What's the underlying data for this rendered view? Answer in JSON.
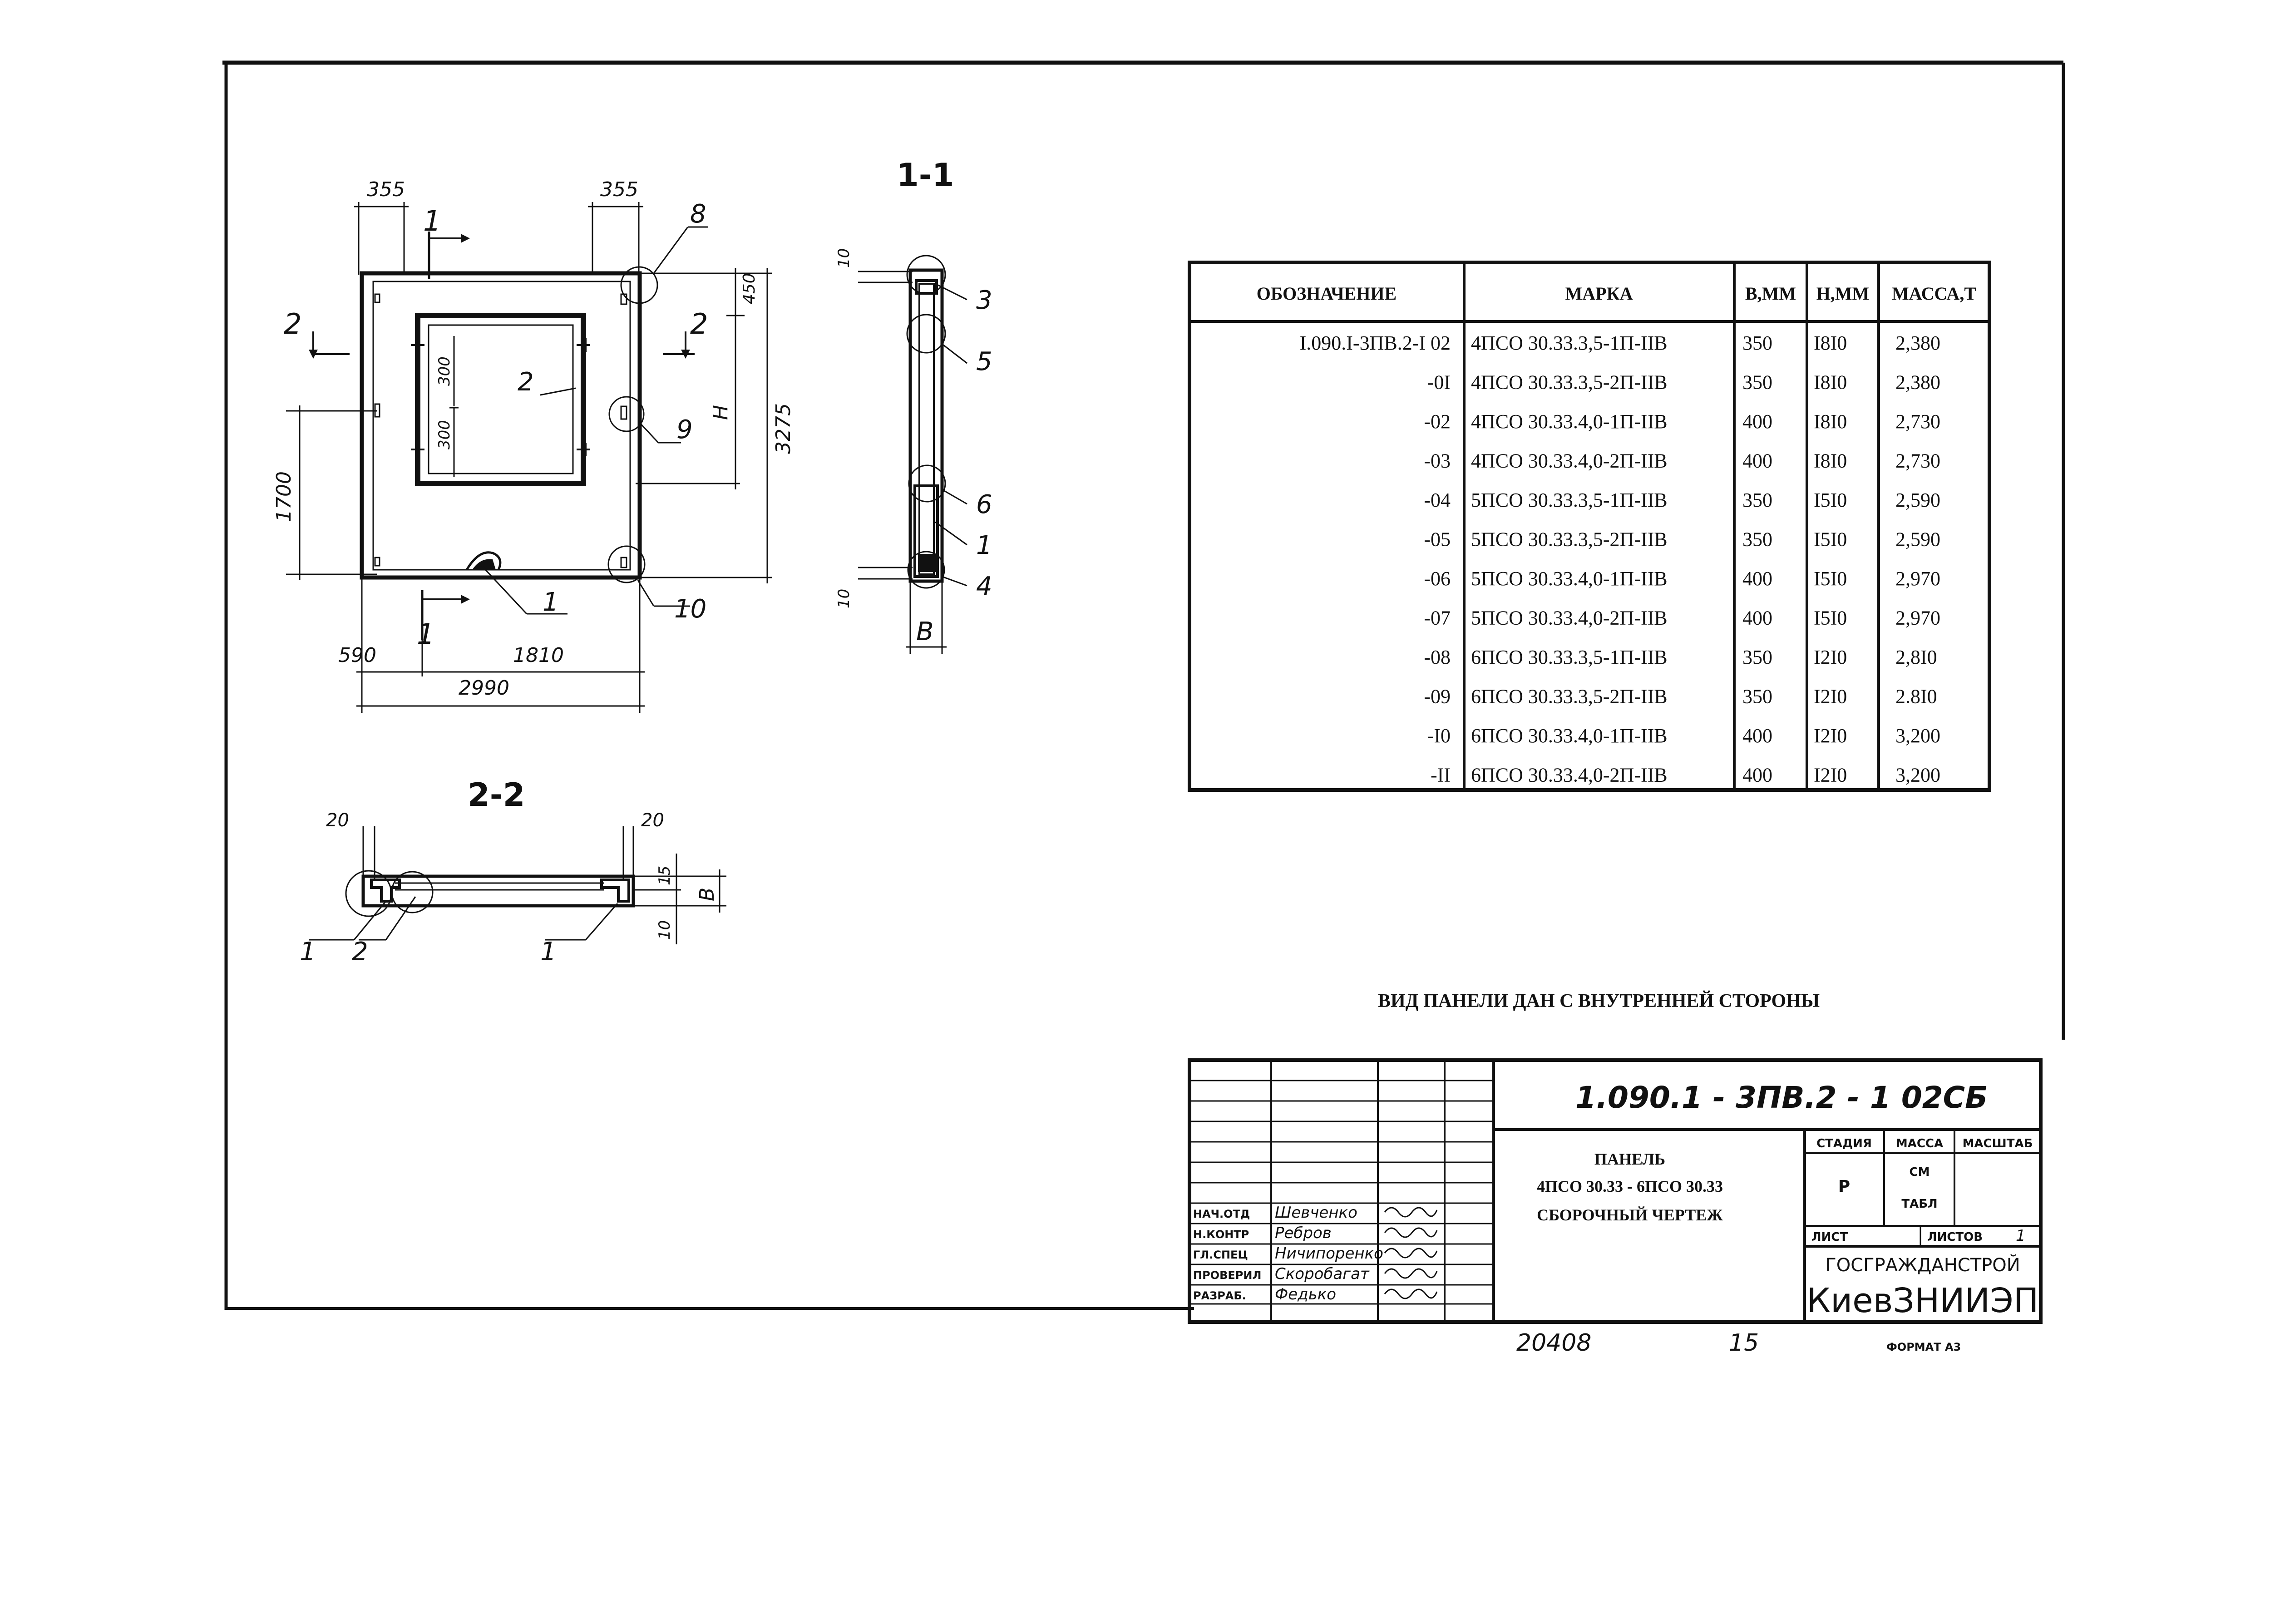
{
  "drawing": {
    "section_1_1": "1-1",
    "section_2_2": "2-2",
    "plan": {
      "dim_355_left": "355",
      "dim_355_right": "355",
      "dim_450": "450",
      "dim_3275": "3275",
      "dim_H": "H",
      "dim_300_top": "300",
      "dim_300_bottom": "300",
      "dim_1700": "1700",
      "dim_590": "590",
      "dim_1810": "1810",
      "dim_2990": "2990",
      "cut_1_top": "1",
      "cut_1_bottom": "1",
      "cut_2_left": "2",
      "cut_2_right": "2",
      "callout_8": "8",
      "callout_9": "9",
      "callout_10": "10",
      "callout_2": "2",
      "callout_1": "1"
    },
    "sec11": {
      "dim_10_top": "10",
      "dim_10_bottom": "10",
      "dim_B": "B",
      "callout_3": "3",
      "callout_5": "5",
      "callout_6": "6",
      "callout_1": "1",
      "callout_4": "4"
    },
    "sec22": {
      "dim_20_left": "20",
      "dim_20_right": "20",
      "dim_15": "15",
      "dim_10": "10",
      "dim_B": "B",
      "callout_1a": "1",
      "callout_2": "2",
      "callout_1b": "1"
    }
  },
  "table": {
    "headers": [
      "ОБОЗНАЧЕНИЕ",
      "МАРКА",
      "В,ММ",
      "Н,ММ",
      "МАССА,Т"
    ],
    "rows": [
      [
        "I.090.I-3ПВ.2-I 02",
        "4ПСО 30.33.3,5-1П-IIВ",
        "350",
        "I8I0",
        "2,380"
      ],
      [
        "-0I",
        "4ПСО 30.33.3,5-2П-IIВ",
        "350",
        "I8I0",
        "2,380"
      ],
      [
        "-02",
        "4ПСО 30.33.4,0-1П-IIВ",
        "400",
        "I8I0",
        "2,730"
      ],
      [
        "-03",
        "4ПСО 30.33.4,0-2П-IIВ",
        "400",
        "I8I0",
        "2,730"
      ],
      [
        "-04",
        "5ПСО 30.33.3,5-1П-IIВ",
        "350",
        "I5I0",
        "2,590"
      ],
      [
        "-05",
        "5ПСО 30.33.3,5-2П-IIВ",
        "350",
        "I5I0",
        "2,590"
      ],
      [
        "-06",
        "5ПСО 30.33.4,0-1П-IIВ",
        "400",
        "I5I0",
        "2,970"
      ],
      [
        "-07",
        "5ПСО 30.33.4,0-2П-IIВ",
        "400",
        "I5I0",
        "2,970"
      ],
      [
        "-08",
        "6ПСО 30.33.3,5-1П-IIВ",
        "350",
        "I2I0",
        "2,8I0"
      ],
      [
        "-09",
        "6ПСО 30.33.3,5-2П-IIВ",
        "350",
        "I2I0",
        "2.8I0"
      ],
      [
        "-I0",
        "6ПСО 30.33.4,0-1П-IIВ",
        "400",
        "I2I0",
        "3,200"
      ],
      [
        "-II",
        "6ПСО 30.33.4,0-2П-IIВ",
        "400",
        "I2I0",
        "3,200"
      ]
    ]
  },
  "note": "ВИД ПАНЕЛИ ДАН С ВНУТРЕННЕЙ СТОРОНЫ",
  "title_block": {
    "doc_code": "1.090.1 - 3ПВ.2 - 1  02СБ",
    "name_line1": "ПАНЕЛЬ",
    "name_line2": "4ПСО 30.33 - 6ПСО 30.33",
    "name_line3": "СБОРОЧНЫЙ ЧЕРТЕЖ",
    "stage_hdr": "СТАДИЯ",
    "mass_hdr": "МАССА",
    "scale_hdr": "МАСШТАБ",
    "stage_val": "Р",
    "mass_val_1": "СМ",
    "mass_val_2": "ТАБЛ",
    "sheet_lbl": "ЛИСТ",
    "sheets_lbl": "ЛИСТОВ",
    "sheets_val": "1",
    "org_1": "ГОСГРАЖДАНСТРОЙ",
    "org_2": "КиевЗНИИЭП",
    "signers": [
      {
        "role": "НАЧ.ОТД",
        "name": "Шевченко"
      },
      {
        "role": "Н.КОНТР",
        "name": "Ребров"
      },
      {
        "role": "ГЛ.СПЕЦ",
        "name": "Ничипоренко"
      },
      {
        "role": "ПРОВЕРИЛ",
        "name": "Скоробагат"
      },
      {
        "role": "РАЗРАБ.",
        "name": "Федько"
      }
    ]
  },
  "footer": {
    "inv_no": "20408",
    "page_no": "15",
    "format": "ФОРМАТ А3"
  }
}
